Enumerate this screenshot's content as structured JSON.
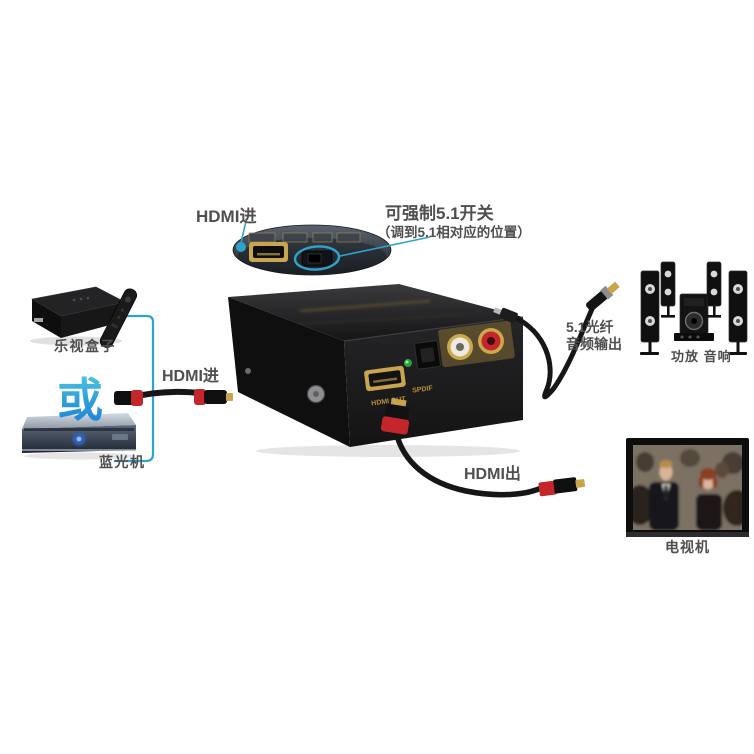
{
  "callout": {
    "hdmi_in": "HDMI进",
    "note_line1": "可强制5.1开关",
    "note_line2": "（调到5.1相对应的位置）"
  },
  "sources": {
    "tv_box": "乐视盒子",
    "or_word": "或",
    "bluray": "蓝光机"
  },
  "cables": {
    "hdmi_in": "HDMI进",
    "hdmi_out": "HDMI出",
    "optical_line1": "5.1光纤",
    "optical_line2": "音频输出"
  },
  "sinks": {
    "speakers": "功放 音响",
    "tv": "电视机"
  },
  "device_panel": {
    "hdmi_out": "HDMI OUT",
    "spdif": "SPDIF"
  },
  "colors": {
    "leader_blue": "#2fa3cc",
    "label_gray": "#4f4f4f",
    "or_top": "#55cde6",
    "or_bottom": "#1f7ed6",
    "device_black": "#1b1b1c",
    "gold": "#c9a44b",
    "rca_red": "#c3272b",
    "led_green": "#2aa23c"
  }
}
